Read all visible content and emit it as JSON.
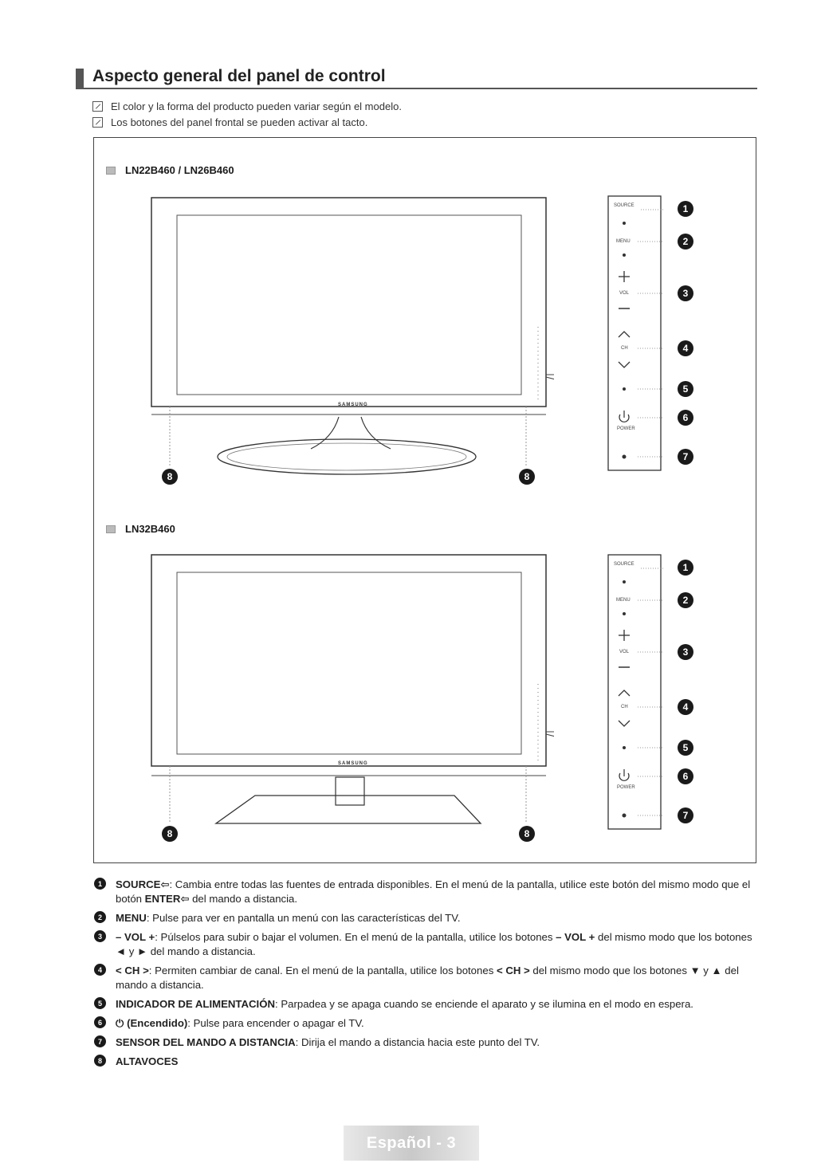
{
  "header": {
    "title": "Aspecto general del panel de control"
  },
  "notes": [
    "El color y la forma del producto pueden variar según el modelo.",
    "Los botones del panel frontal se pueden activar al tacto."
  ],
  "figures": [
    {
      "model": "LN22B460 / LN26B460",
      "brand": "SAMSUNG"
    },
    {
      "model": "LN32B460",
      "brand": "SAMSUNG"
    }
  ],
  "panel_labels": {
    "source": "SOURCE",
    "menu": "MENU",
    "vol": "VOL",
    "ch": "CH",
    "power": "POWER"
  },
  "callouts": [
    "1",
    "2",
    "3",
    "4",
    "5",
    "6",
    "7",
    "8"
  ],
  "descriptions": [
    {
      "num": "1",
      "term": "SOURCE",
      "symbol": "⇦",
      "text": ": Cambia entre todas las fuentes de entrada disponibles. En el menú de la pantalla, utilice este botón del mismo modo que el botón ",
      "term2": "ENTER",
      "symbol2": "⇦",
      "text2": " del mando a distancia."
    },
    {
      "num": "2",
      "term": "MENU",
      "text": ": Pulse para ver en pantalla un menú con las características del TV."
    },
    {
      "num": "3",
      "term": "– VOL +",
      "text": ": Púlselos para subir o bajar el volumen. En el menú de la pantalla, utilice los botones ",
      "term2": "– VOL +",
      "text2": " del mismo modo que los botones ◄ y ► del mando a distancia."
    },
    {
      "num": "4",
      "term": "< CH >",
      "text": ": Permiten cambiar de canal. En el menú de la pantalla, utilice los botones ",
      "term2": "< CH >",
      "text2": " del mismo modo que los botones ▼ y ▲ del mando a distancia."
    },
    {
      "num": "5",
      "term": "INDICADOR DE ALIMENTACIÓN",
      "text": ": Parpadea y se apaga cuando se enciende el aparato y se ilumina en el modo en espera."
    },
    {
      "num": "6",
      "term": "⏻ (Encendido)",
      "text": ": Pulse para encender o apagar el TV."
    },
    {
      "num": "7",
      "term": "SENSOR DEL MANDO A DISTANCIA",
      "text": ": Dirija el mando a distancia hacia este punto del TV."
    },
    {
      "num": "8",
      "term": "ALTAVOCES",
      "text": ""
    }
  ],
  "footer": {
    "page_label": "Español - 3"
  }
}
